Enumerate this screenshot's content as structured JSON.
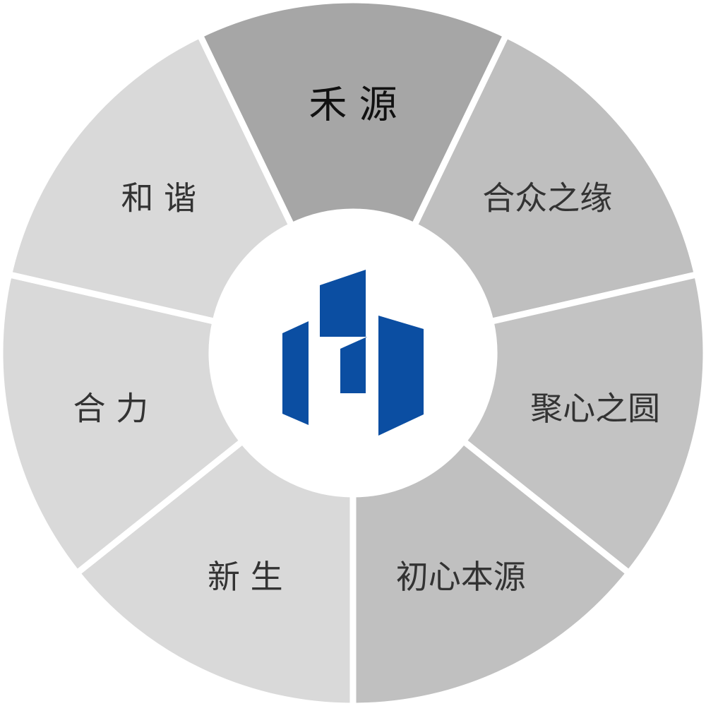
{
  "wheel": {
    "segments": [
      {
        "id": "heyuan",
        "label": "禾 源",
        "color": "#a6a6a6"
      },
      {
        "id": "hezhongzhiyuan",
        "label": "合众之缘",
        "color": "#bfbfbf"
      },
      {
        "id": "juxinzhiyuan",
        "label": "聚心之圆",
        "color": "#c3c3c3"
      },
      {
        "id": "chuxinbenyuan",
        "label": "初心本源",
        "color": "#c0c0c0"
      },
      {
        "id": "xinsheng",
        "label": "新 生",
        "color": "#d9d9d9"
      },
      {
        "id": "heli",
        "label": "合 力",
        "color": "#d9d9d9"
      },
      {
        "id": "hexie",
        "label": "和 谐",
        "color": "#d9d9d9"
      }
    ],
    "divider_color": "#ffffff",
    "center_fill": "#ffffff"
  },
  "logo": {
    "icon": "company-logo-icon",
    "color": "#0b4ea2"
  }
}
